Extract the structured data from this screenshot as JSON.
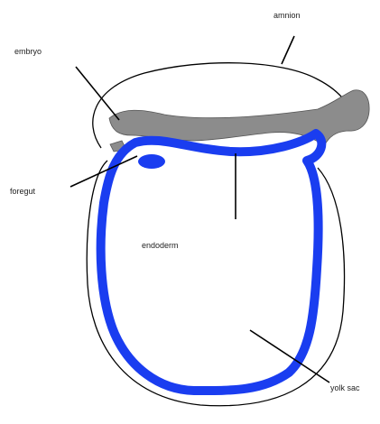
{
  "labels": {
    "amnion": "amnion",
    "embryo": "embryo",
    "foregut": "foregut",
    "endoderm": "endoderm",
    "yolk_sac": "yolk sac"
  },
  "colors": {
    "endoderm_stroke": "#1a3df0",
    "embryo_fill": "#8c8c8c",
    "outline": "#000000",
    "background": "#ffffff"
  }
}
